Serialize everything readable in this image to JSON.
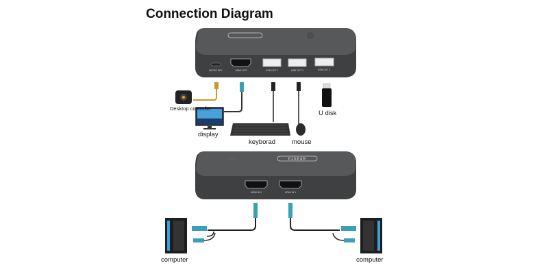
{
  "title": "Connection Diagram",
  "brand_logo": "FJGEAR",
  "top_device": {
    "ports": [
      "MICRO KEY",
      "HDMI OUT",
      "USB OUT 1",
      "USB OUT 2",
      "USB OUT 3"
    ]
  },
  "bottom_device": {
    "ports": [
      "HDMI IN 2",
      "HDMI IN 1"
    ]
  },
  "peripherals": {
    "desktop_controller": "Desktop controller",
    "display": "display",
    "keyboard": "keyborad",
    "mouse": "mouse",
    "u_disk": "U disk"
  },
  "computers": {
    "left": "computer",
    "right": "computer"
  },
  "colors": {
    "device": "#4a4b4d",
    "cable_hdmi": "#3aa0b8",
    "cable_usb": "#2a2a2a",
    "cable_micro": "#c89a2a"
  }
}
